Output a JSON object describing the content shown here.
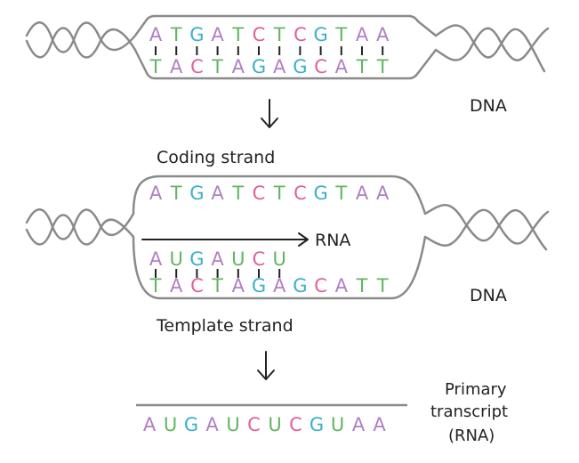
{
  "colors": {
    "A": "#b07fc4",
    "T": "#63b562",
    "G": "#3ab0c9",
    "C": "#e0609e",
    "U": "#63b562",
    "line": "#8a8a8a",
    "text": "#222222"
  },
  "panel1": {
    "coding_seq": [
      "A",
      "T",
      "G",
      "A",
      "T",
      "C",
      "T",
      "C",
      "G",
      "T",
      "A",
      "A"
    ],
    "template_seq": [
      "T",
      "A",
      "C",
      "T",
      "A",
      "G",
      "A",
      "G",
      "C",
      "A",
      "T",
      "T"
    ],
    "dna_label": "DNA"
  },
  "panel2": {
    "coding_label": "Coding strand",
    "coding_seq": [
      "A",
      "T",
      "G",
      "A",
      "T",
      "C",
      "T",
      "C",
      "G",
      "T",
      "A",
      "A"
    ],
    "rna_seq": [
      "A",
      "U",
      "G",
      "A",
      "U",
      "C",
      "U"
    ],
    "rna_label": "RNA",
    "template_seq": [
      "T",
      "A",
      "C",
      "T",
      "A",
      "G",
      "A",
      "G",
      "C",
      "A",
      "T",
      "T"
    ],
    "template_label": "Template strand",
    "dna_label": "DNA"
  },
  "panel3": {
    "transcript_seq": [
      "A",
      "U",
      "G",
      "A",
      "U",
      "C",
      "U",
      "C",
      "G",
      "U",
      "A",
      "A"
    ],
    "label_line1": "Primary",
    "label_line2": "transcript",
    "label_line3": "(RNA)"
  }
}
